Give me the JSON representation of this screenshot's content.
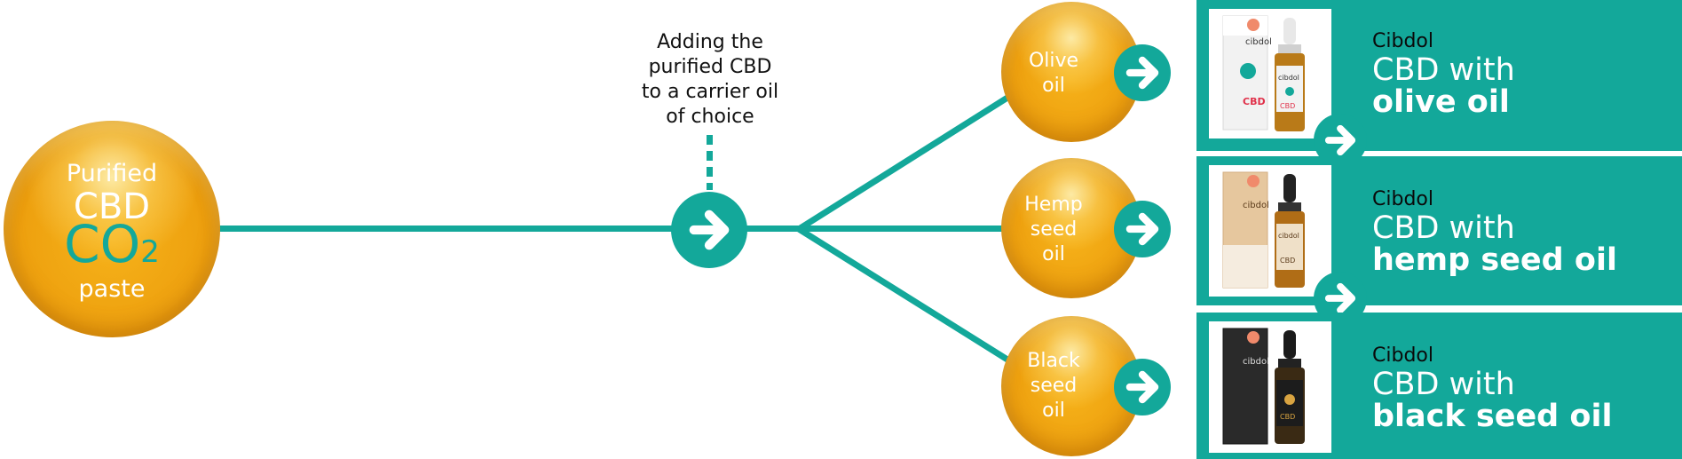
{
  "source_sphere": {
    "line1": "Purified",
    "line2": "CBD",
    "co2": "CO",
    "co2_sub": "2",
    "line4": "paste"
  },
  "step_caption": [
    "Adding the",
    "purified CBD",
    "to a carrier oil",
    "of choice"
  ],
  "carrier_oils": [
    {
      "lines": [
        "Olive",
        "oil"
      ]
    },
    {
      "lines": [
        "Hemp",
        "seed",
        "oil"
      ]
    },
    {
      "lines": [
        "Black",
        "seed",
        "oil"
      ]
    }
  ],
  "products": [
    {
      "brand": "Cibdol",
      "title_line1": "CBD with",
      "title_line2": "olive oil"
    },
    {
      "brand": "Cibdol",
      "title_line1": "CBD with",
      "title_line2": "hemp seed oil"
    },
    {
      "brand": "Cibdol",
      "title_line1": "CBD with",
      "title_line2": "black seed oil"
    }
  ],
  "colors": {
    "teal": "#13a89a",
    "gold": "#eea10f",
    "white": "#ffffff"
  },
  "icons": [
    "arrow-right-icon"
  ]
}
